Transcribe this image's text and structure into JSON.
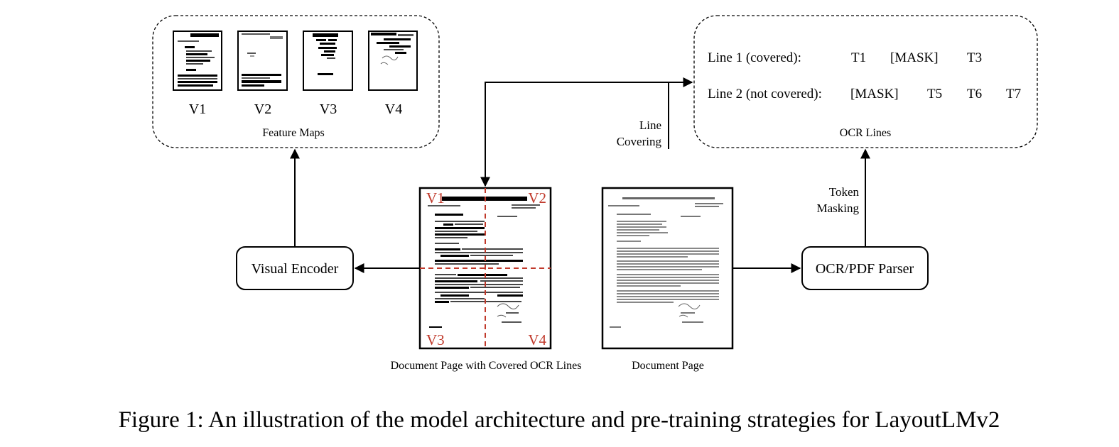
{
  "feature_maps": {
    "caption": "Feature Maps",
    "items": [
      {
        "label": "V1"
      },
      {
        "label": "V2"
      },
      {
        "label": "V3"
      },
      {
        "label": "V4"
      }
    ]
  },
  "ocr_lines": {
    "caption": "OCR Lines",
    "line1": {
      "label": "Line 1 (covered):",
      "tokens": [
        "T1",
        "[MASK]",
        "T3"
      ]
    },
    "line2": {
      "label": "Line 2 (not covered):",
      "tokens": [
        "[MASK]",
        "T5",
        "T6",
        "T7"
      ]
    }
  },
  "visual_encoder": {
    "label": "Visual Encoder"
  },
  "parser": {
    "label": "OCR/PDF Parser"
  },
  "covered_page": {
    "caption": "Document Page with Covered OCR Lines",
    "quadrants": [
      "V1",
      "V2",
      "V3",
      "V4"
    ]
  },
  "document_page": {
    "caption": "Document Page"
  },
  "edge_labels": {
    "line_covering": [
      "Line",
      "Covering"
    ],
    "token_masking": [
      "Token",
      "Masking"
    ]
  },
  "figure_caption": "Figure 1: An illustration of the model architecture and pre-training strategies for LayoutLMv2",
  "colors": {
    "accent_red": "#c0392b",
    "ink": "#000000"
  }
}
